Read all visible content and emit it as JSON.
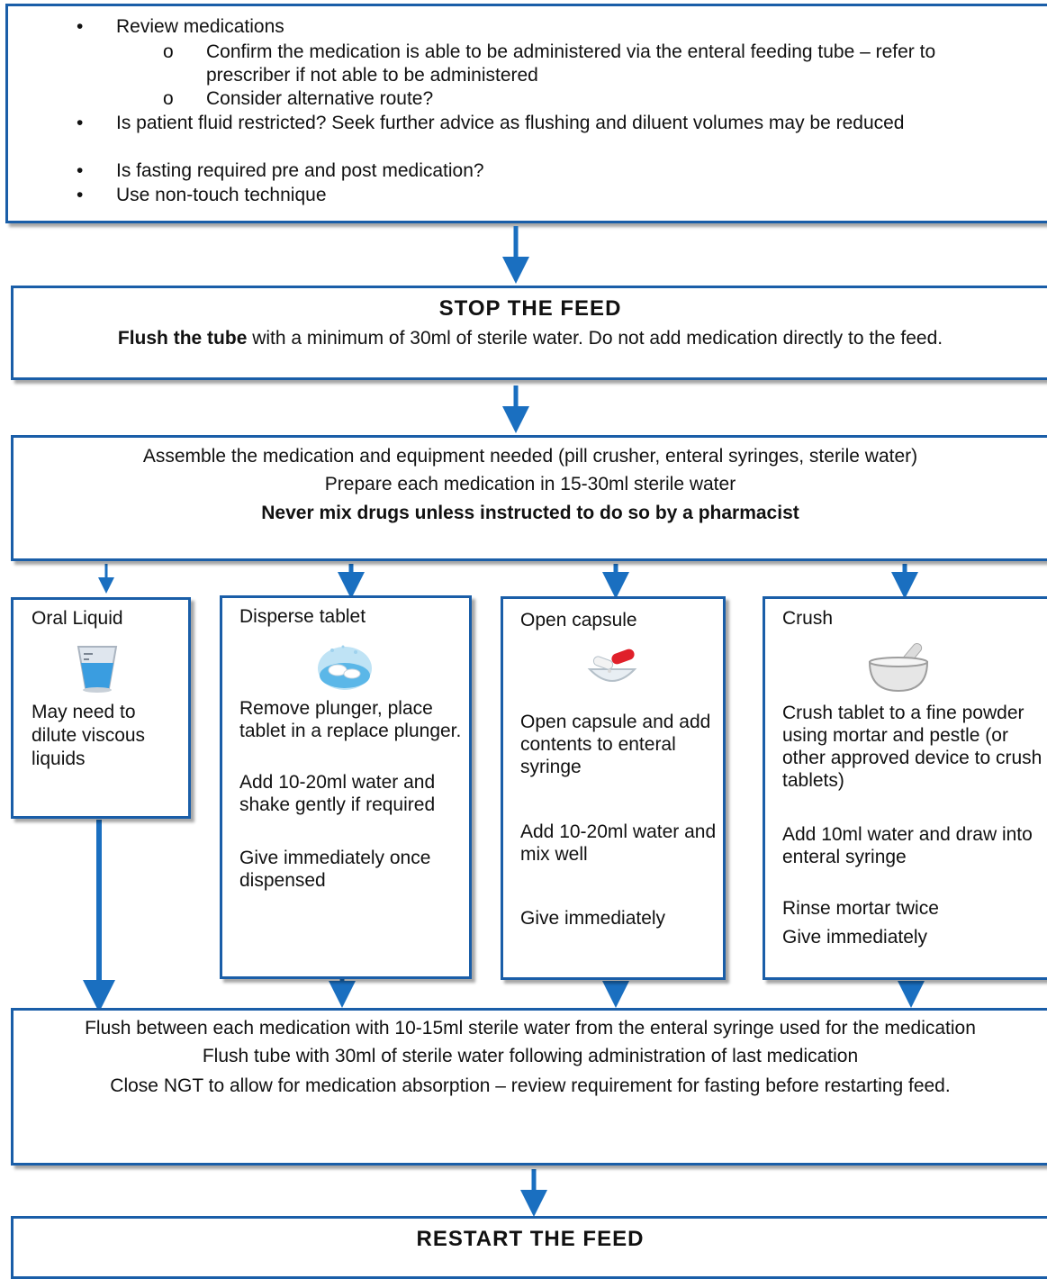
{
  "review_box": {
    "items": [
      "Review medications",
      "Is patient fluid restricted? Seek further advice as flushing and diluent volumes may be reduced",
      "Is fasting required pre and post medication?",
      "Use non-touch technique"
    ],
    "subitems": [
      "Confirm the medication is able to be administered via the enteral feeding tube – refer to prescriber if not able to be administered",
      "Consider alternative route?"
    ],
    "bullet": "•",
    "sub_bullet": "o"
  },
  "stop_box": {
    "title": "STOP THE FEED",
    "bold_lead": "Flush the tube",
    "rest": " with a minimum of 30ml of sterile water. Do not add medication directly to the feed."
  },
  "assemble_box": {
    "line1": "Assemble the medication and equipment needed (pill crusher, enteral syringes, sterile water)",
    "line2": "Prepare each medication in 15-30ml sterile water",
    "line3": "Never mix drugs unless instructed to do so by a pharmacist"
  },
  "oral": {
    "title": "Oral Liquid",
    "text": "May need to dilute viscous liquids",
    "icon": "measuring-cup-icon"
  },
  "disperse": {
    "title": "Disperse tablet",
    "p1": "Remove plunger, place tablet in a replace plunger.",
    "p2": "Add 10-20ml water and shake gently if required",
    "p3": "Give immediately once dispensed",
    "icon": "dissolving-tablet-icon"
  },
  "capsule": {
    "title": "Open capsule",
    "p1": "Open capsule and add contents to enteral syringe",
    "p2": "Add 10-20ml water and mix well",
    "p3": "Give immediately",
    "icon": "open-capsule-icon"
  },
  "crush": {
    "title": "Crush",
    "p1": "Crush tablet to a fine powder using mortar and pestle (or other approved device to crush tablets)",
    "p2": "Add 10ml water and draw into enteral syringe",
    "p3": "Rinse mortar twice",
    "p4": "Give immediately",
    "icon": "mortar-pestle-icon"
  },
  "flush_box": {
    "line1": "Flush between each medication with 10-15ml sterile water from the enteral syringe used for the medication",
    "line2": "Flush tube with 30ml of sterile water following administration of last medication",
    "line3": "Close NGT to allow for medication absorption – review requirement for fasting before restarting feed."
  },
  "restart_box": {
    "title": "RESTART THE FEED"
  },
  "colors": {
    "border": "#1a5ea8",
    "arrow": "#1a6fc0"
  }
}
